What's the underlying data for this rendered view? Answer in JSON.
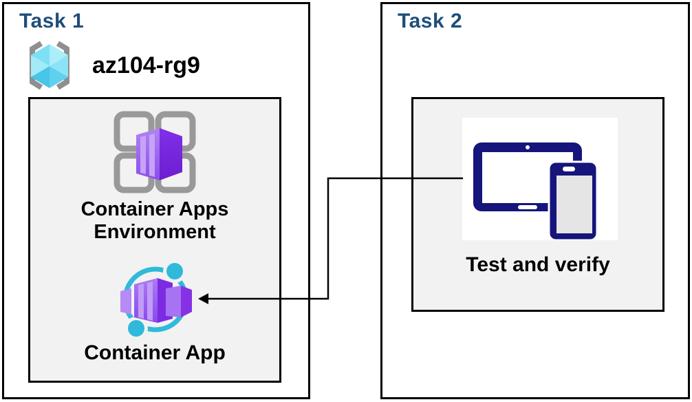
{
  "colors": {
    "task_title_blue": "#1F4E79",
    "inner_box_fill": "#F2F2F2",
    "border_black": "#000000",
    "purple_dark": "#7C2BE2",
    "purple_light": "#A06EF0",
    "purple_stripe": "#C7A3F8",
    "cyan_accent": "#2FB9DB",
    "cube_cyan": "#7FDFF5",
    "device_navy": "#15157B",
    "grid_gray": "#999999"
  },
  "task1": {
    "title": "Task 1",
    "resource_group": {
      "icon": "resource-group-icon",
      "name": "az104-rg9"
    },
    "items": [
      {
        "icon": "container-apps-environment-icon",
        "label": "Container Apps Environment"
      },
      {
        "icon": "container-app-icon",
        "label": "Container App"
      }
    ]
  },
  "task2": {
    "title": "Task 2",
    "items": [
      {
        "icon": "tablet-and-phone-icon",
        "label": "Test and verify"
      }
    ]
  },
  "connector": {
    "type": "elbow-arrow",
    "from": "tablet-and-phone-icon",
    "to": "container-app-icon"
  }
}
